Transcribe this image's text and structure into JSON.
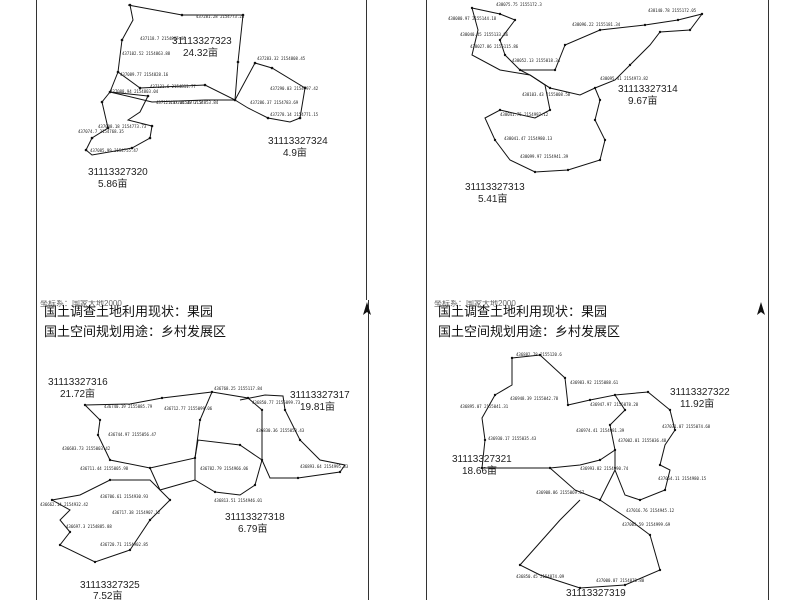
{
  "panels": {
    "tl": {
      "parcels": [
        {
          "id": "31113327323",
          "area": "24.32亩"
        },
        {
          "id": "31113327324",
          "area": "4.9亩"
        },
        {
          "id": "31113327320",
          "area": "5.86亩"
        }
      ]
    },
    "tr": {
      "parcels": [
        {
          "id": "31113327314",
          "area": "9.67亩"
        },
        {
          "id": "31113327313",
          "area": "5.41亩"
        }
      ]
    },
    "bl": {
      "cut_header": "坐标系：国家大地2000",
      "status_line": "国土调查土地利用现状：果园",
      "planning_line": "国土空间规划用途：乡村发展区",
      "north": "N",
      "parcels": [
        {
          "id": "31113327316",
          "area": "21.72亩"
        },
        {
          "id": "31113327317",
          "area": "19.81亩"
        },
        {
          "id": "31113327318",
          "area": "6.79亩"
        },
        {
          "id": "31113327325",
          "area": "7.52亩"
        }
      ]
    },
    "br": {
      "cut_header": "坐标系：国家大地2000",
      "status_line": "国土调查土地利用现状：果园",
      "planning_line": "国土空间规划用途：乡村发展区",
      "north": "N",
      "parcels": [
        {
          "id": "31113327322",
          "area": "11.92亩"
        },
        {
          "id": "31113327321",
          "area": "18.66亩"
        },
        {
          "id": "31113327319",
          "area": ""
        }
      ]
    }
  },
  "coord_labels": {
    "tl": [
      "437281.28 2154773.28",
      "437206.38 2154853.84",
      "437118.7 2154867.85",
      "437102.52 2154863.88",
      "437089.77 2154828.16",
      "437131.6 2154811.77",
      "437088.94 2154803.04",
      "437121.37 2154777.3",
      "437283.32 2154808.45",
      "437290.03 2154797.42",
      "437278.14 2154771.15",
      "437074.7 2154768.35",
      "437008.18 2154773.73",
      "437085.99 2154755.47",
      "437286.37 2154783.69"
    ],
    "tr": [
      "438075.75 2155172.3",
      "438080.97 2155144.18",
      "438040.45 2155133.86",
      "438052.13 2155018.34",
      "438103.43 2155008.58",
      "438041.75 2154997.12",
      "438095.41 2154973.82",
      "438140.78 2155172.05",
      "438096.22 2155181.34",
      "438041.47 2154980.13",
      "438027.86 2155115.86",
      "438099.97 2154941.39"
    ],
    "bl": [
      "436768.25 2155117.84",
      "436740.19 2155085.79",
      "436712.77 2155099.06",
      "436744.97 2155056.47",
      "436683.73 2155003.42",
      "436711.44 2155005.98",
      "436830.36 2155053.43",
      "436893.64 2154995.83",
      "436782.79 2154966.06",
      "436813.51 2154946.01",
      "436706.61 2154930.93",
      "436717.38 2154907.12",
      "436697.3 2154885.88",
      "436662.14 2154932.42",
      "436720.71 2154902.85",
      "436850.77 2155099.73"
    ],
    "br": [
      "436882.78 2155120.6",
      "436983.92 2155088.61",
      "436948.39 2155042.78",
      "436895.07 2155041.31",
      "436974.41 2154981.39",
      "436930.17 2155035.43",
      "436947.97 2155078.28",
      "437031.07 2155074.68",
      "437002.01 2155036.48",
      "437054.11 2154980.15",
      "437016.76 2154945.12",
      "437000.07 2154870.88",
      "436850.45 2154874.09",
      "436993.82 2154990.74",
      "436908.86 2155069.67",
      "437003.59 2154999.69"
    ]
  }
}
